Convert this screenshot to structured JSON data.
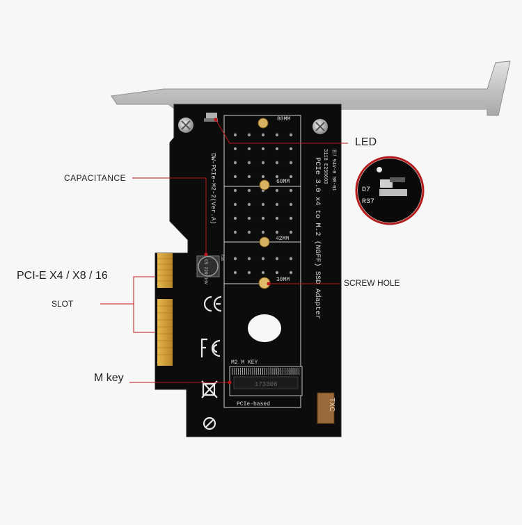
{
  "callouts": {
    "led": "LED",
    "capacitance": "CAPACITANCE",
    "pcie": "PCI-E X4 / X8 / 16",
    "slot": "SLOT",
    "screw_hole": "SCREW HOLE",
    "m_key": "M key"
  },
  "board": {
    "model_text": "DW-PCIe-M2-2(Ver.A)",
    "product_text": "PCIe 3.0 x4 to M.2 (NGFF) SSD Adapter",
    "cert_line1": "Ⓡℐ 94V-0 SR-01",
    "cert_line2": "3118 E258603",
    "slot_lengths": [
      "80MM",
      "60MM",
      "42MM",
      "30MM"
    ],
    "m2_label": "M2 M KEY",
    "connector_code": "173306",
    "pcie_based": "PCIe-based",
    "cap_marking": "CS 220 16V",
    "cap_ref": "C36",
    "led_refs": [
      "D7",
      "R37"
    ],
    "txc_label": "TXC"
  },
  "colors": {
    "pcb": "#0c0c0c",
    "gold": "#d8a53e",
    "bracket": "#c9c9c9",
    "callout_line": "#c0151a"
  }
}
